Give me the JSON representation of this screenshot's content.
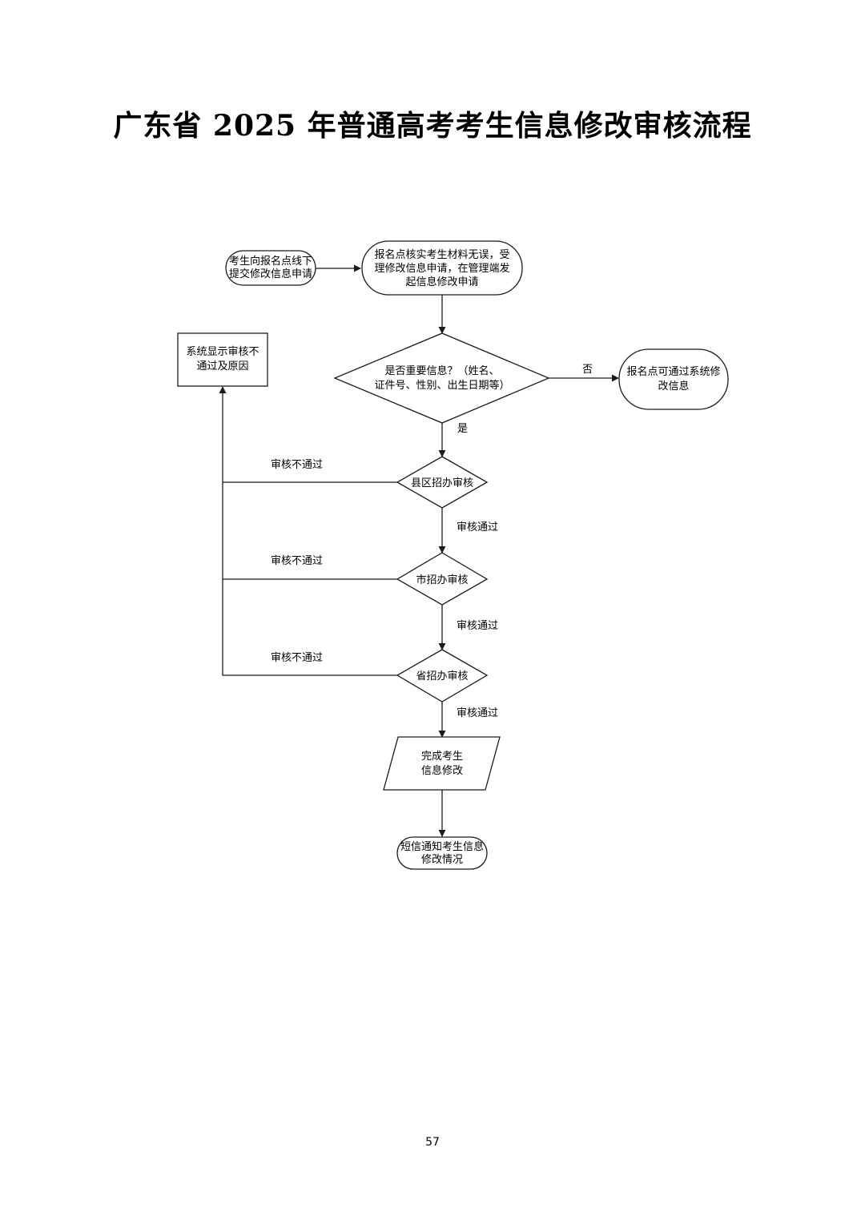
{
  "title": "广东省 2025 年普通高考考生信息修改审核流程",
  "page_number": "57",
  "nodes": {
    "start": [
      "考生向报名点线下",
      "提交修改信息申请"
    ],
    "verify": [
      "报名点核实考生材料无误，受",
      "理修改信息申请，在管理端发",
      "起信息修改申请"
    ],
    "decision": [
      "是否重要信息？（姓名、",
      "证件号、性别、出生日期等）"
    ],
    "self_modify": [
      "报名点可通过系统修",
      "改信息"
    ],
    "reject_display": [
      "系统显示审核不",
      "通过及原因"
    ],
    "county": "县区招办审核",
    "city": "市招办审核",
    "province": "省招办审核",
    "complete": [
      "完成考生",
      "信息修改"
    ],
    "sms": [
      "短信通知考生信息",
      "修改情况"
    ]
  },
  "labels": {
    "no": "否",
    "yes": "是",
    "reject": "审核不通过",
    "pass": "审核通过"
  },
  "colors": {
    "line": "#1a1a1a",
    "fill": "#ffffff"
  }
}
